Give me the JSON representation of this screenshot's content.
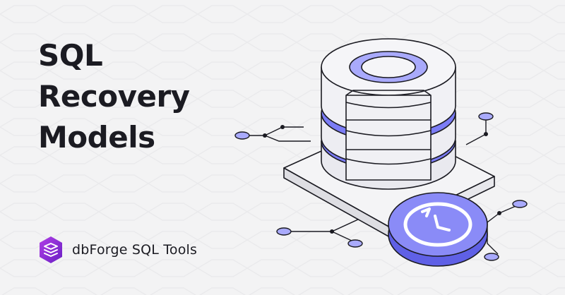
{
  "headline": {
    "lines": [
      "SQL",
      "Recovery",
      "Models"
    ]
  },
  "brand": {
    "name": "dbForge SQL Tools",
    "logo_icon": "dbforge-layers-cube-icon"
  },
  "illustration": {
    "database_icon": "database-stack-icon",
    "restore_icon": "history-restore-clock-icon"
  },
  "colors": {
    "text": "#1b1b22",
    "background": "#f3f3f4",
    "accent_purple": "#7b7cf6",
    "accent_light": "#a9aafc",
    "logo_purple": "#8f2bd9"
  }
}
